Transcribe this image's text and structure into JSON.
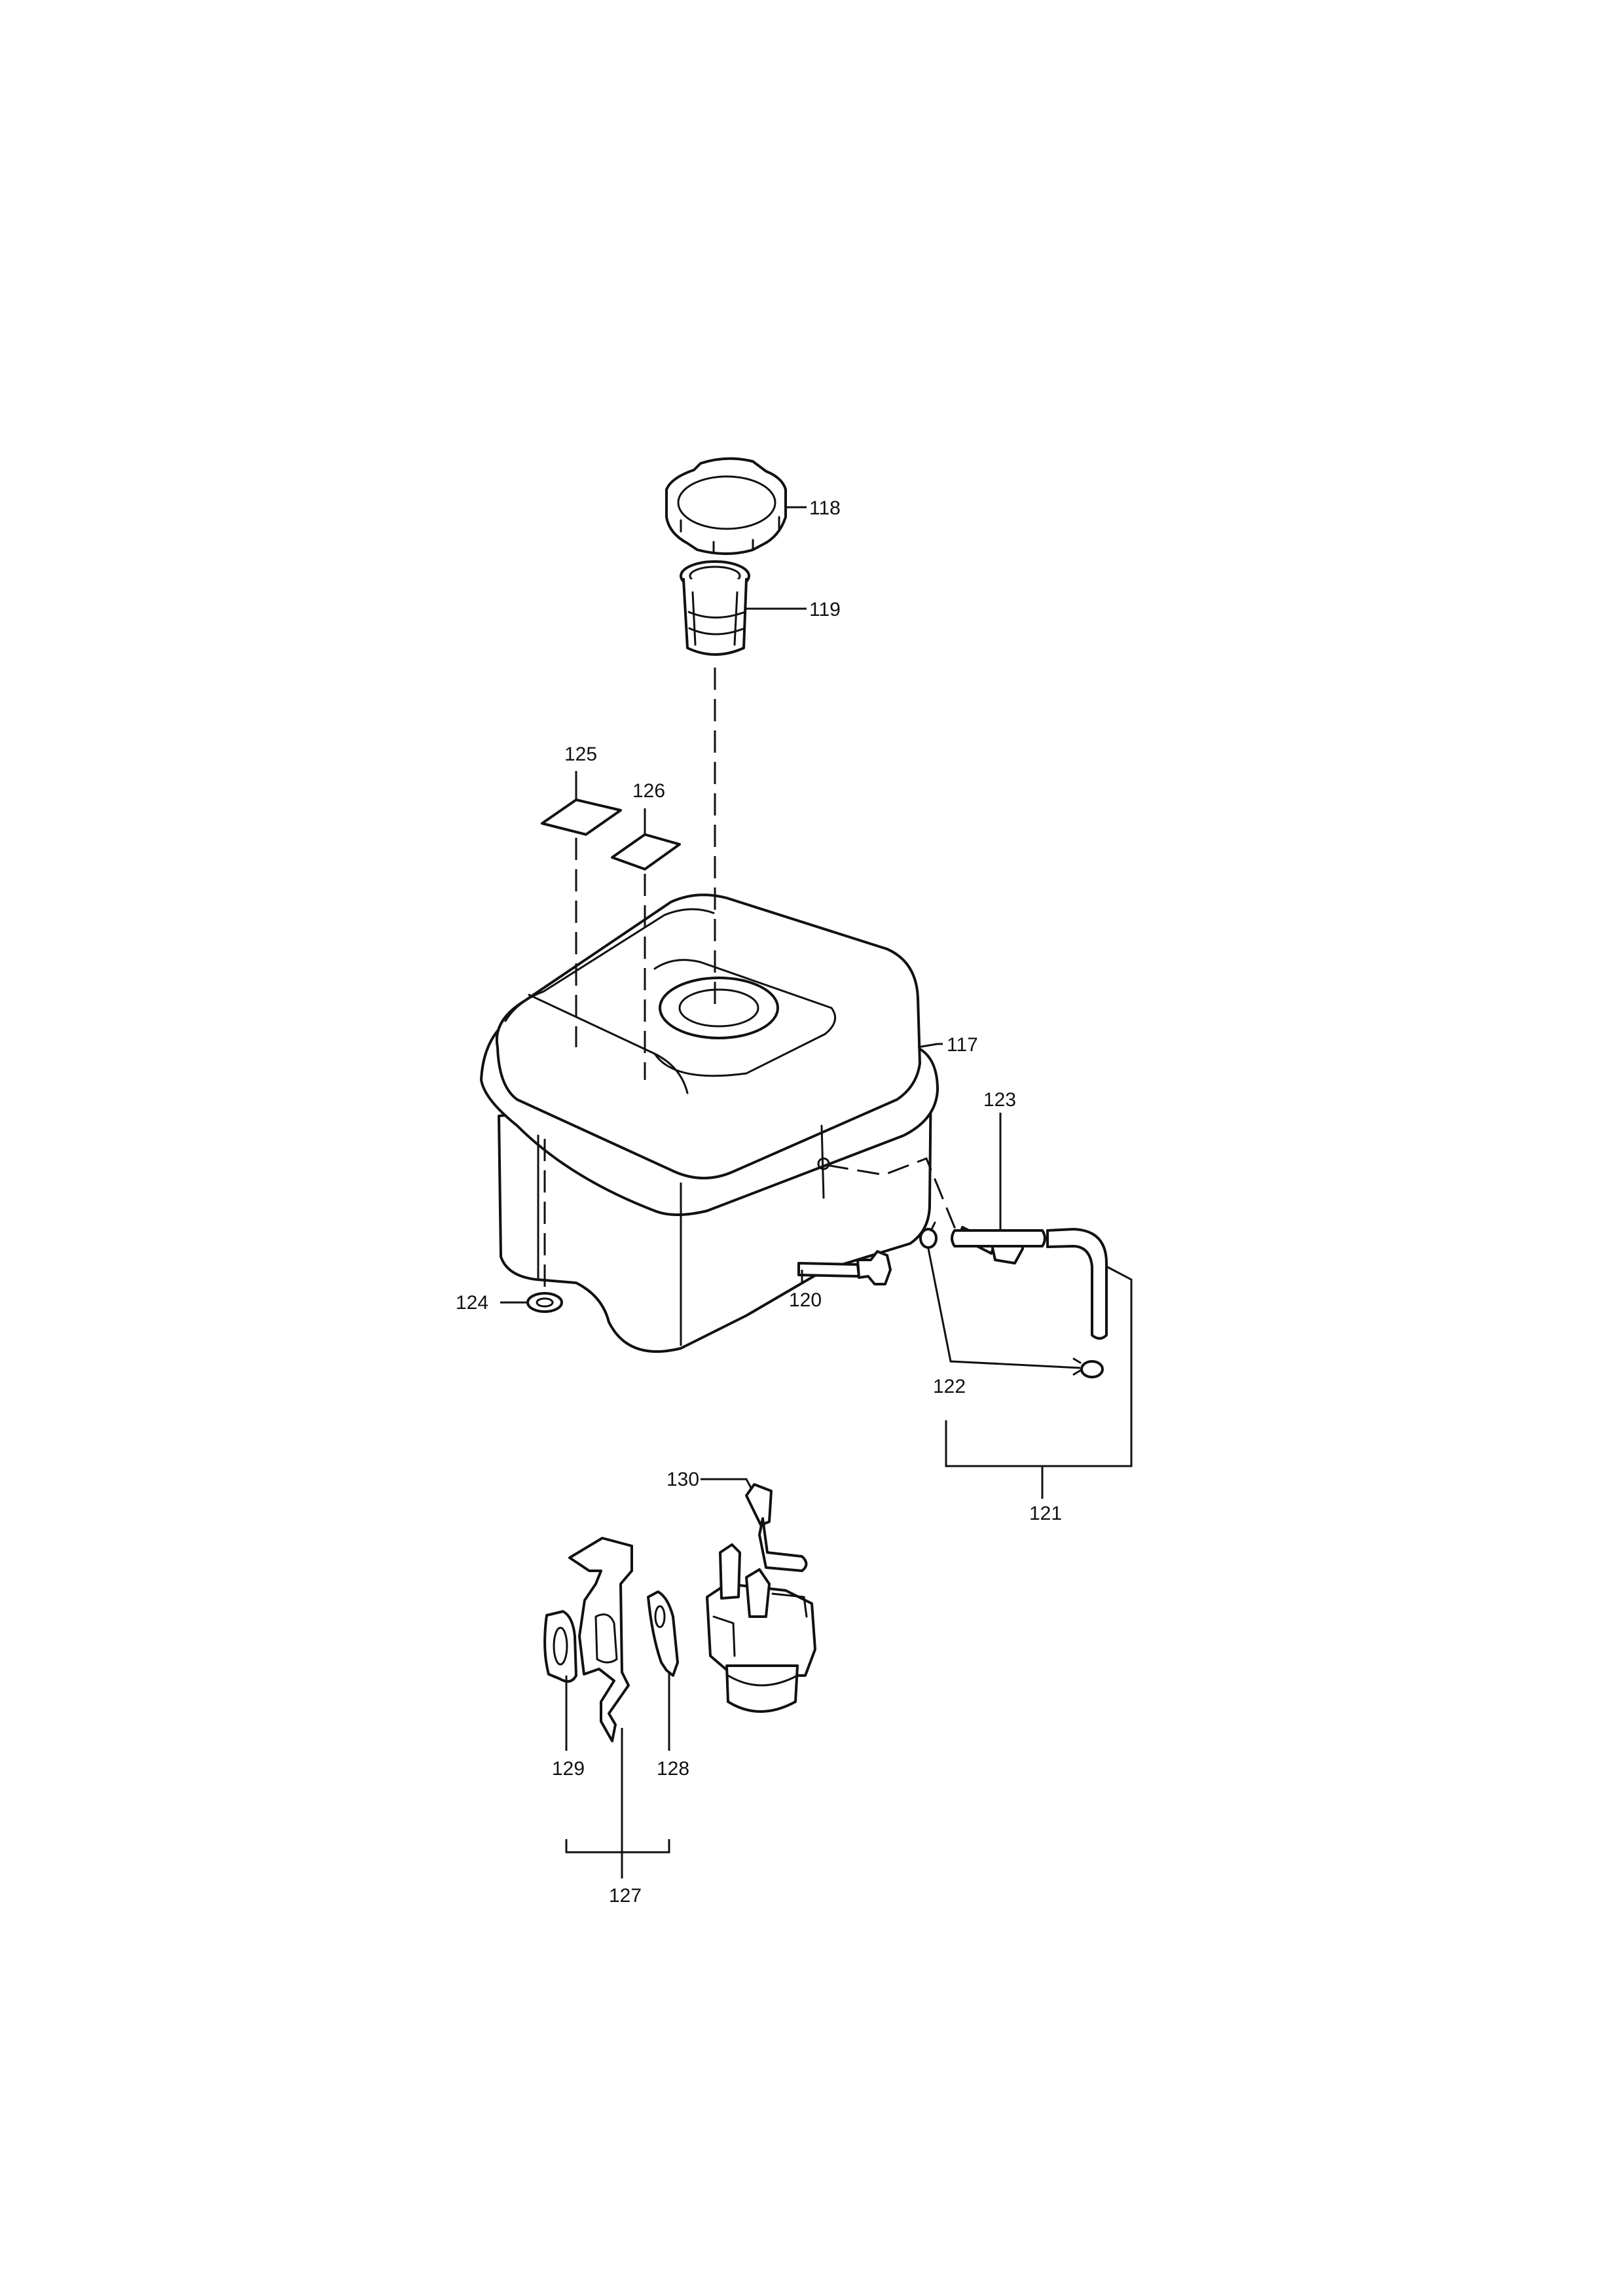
{
  "callouts": {
    "p117": "117",
    "p118": "118",
    "p119": "119",
    "p120": "120",
    "p121": "121",
    "p122": "122",
    "p123": "123",
    "p124": "124",
    "p125": "125",
    "p126": "126",
    "p127": "127",
    "p128": "128",
    "p129": "129",
    "p130": "130"
  },
  "colors": {
    "line": "#111111",
    "background": "#ffffff"
  }
}
